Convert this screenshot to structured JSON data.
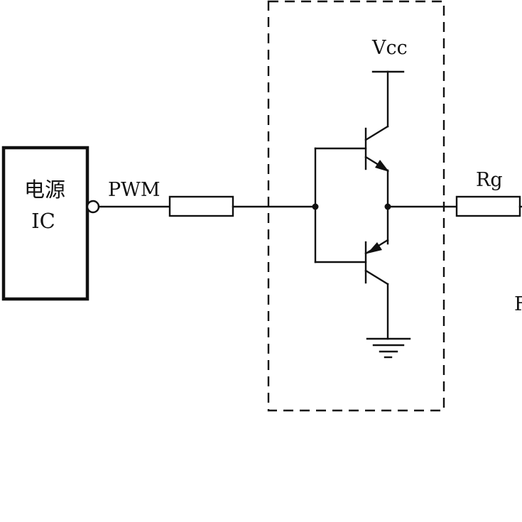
{
  "ic_block": {
    "line1": "电源",
    "line2": "IC"
  },
  "labels": {
    "pwm": "PWM",
    "vcc": "Vcc",
    "rg": "Rg",
    "cut_right": "F"
  },
  "colors": {
    "line": "#111111",
    "background": "#ffffff"
  }
}
